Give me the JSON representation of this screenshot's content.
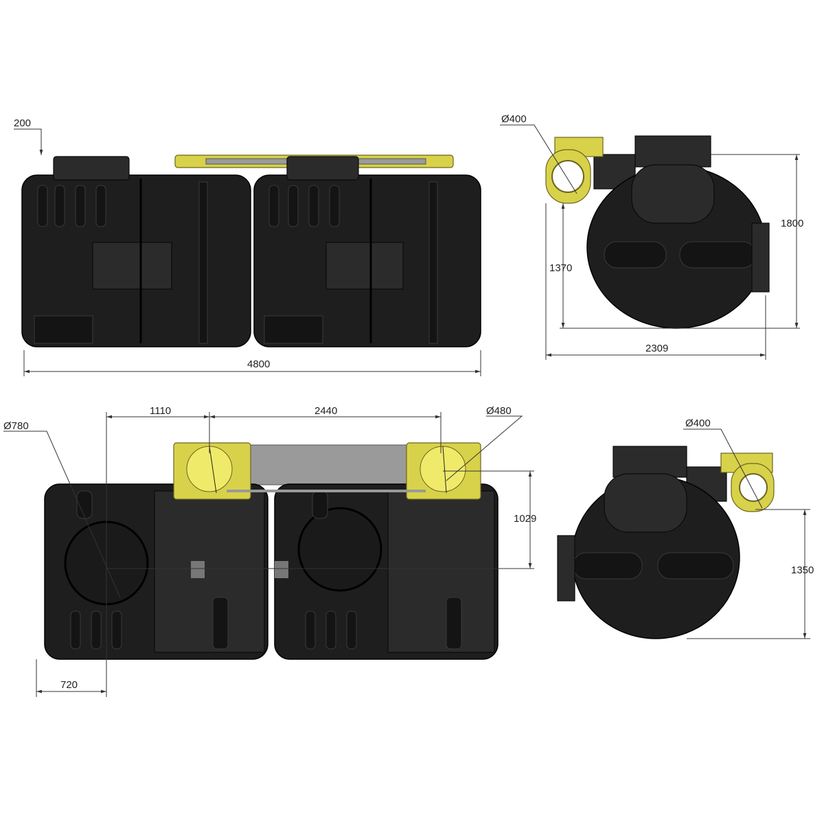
{
  "title": "Twin tank technical drawing",
  "views": {
    "side_top": {
      "dim_top_offset": "200",
      "dim_total_length": "4800"
    },
    "end_top": {
      "dim_inlet_diameter": "Ø400",
      "dim_total_height": "1800",
      "dim_inlet_height": "1370",
      "dim_width": "2309"
    },
    "side_bottom": {
      "dim_access_diameter": "Ø780",
      "dim_offset_1": "1110",
      "dim_offset_2": "2440",
      "dim_riser_diameter": "Ø480",
      "dim_riser_height": "1029",
      "dim_end_offset": "720"
    },
    "end_bottom": {
      "dim_outlet_diameter": "Ø400",
      "dim_outlet_height": "1350"
    }
  },
  "colors": {
    "tank": "#1e1e1e",
    "riser_yellow": "#d8d24a",
    "pipe_gray": "#9a9a9a"
  }
}
